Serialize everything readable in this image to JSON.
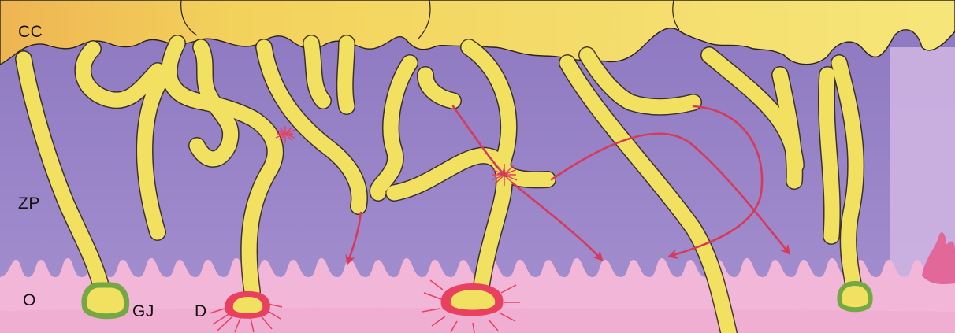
{
  "labels": {
    "cc": "CC",
    "zp": "ZP",
    "o": "O",
    "gj": "GJ",
    "d": "D"
  },
  "colors": {
    "corona_yellow": "#f3df5e",
    "corona_orange": "#f0b855",
    "zona_purple": "#9884c6",
    "oocyte_pink": "#f2b4d8",
    "process_yellow": "#f2e060",
    "gap_junction_green": "#74a843",
    "desmosome_red": "#e8405e",
    "arrow_red": "#d63a5a"
  }
}
